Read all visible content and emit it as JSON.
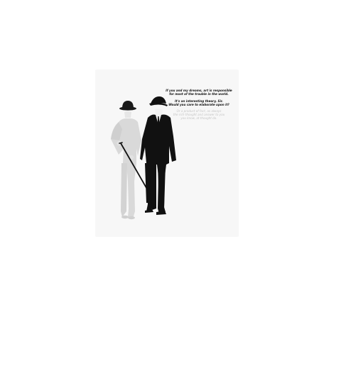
{
  "quote": {
    "line1": "If you and my dreams, art is responsible",
    "line2": "for most of the trouble in the world.",
    "line3": "It's an interesting theory, Sir.",
    "line4": "Would you care to elaborate upon it?",
    "line5": "Or a product of fact, as always",
    "line6": "the rich thought and answer to you",
    "line7": "you know, at thought do."
  },
  "colors": {
    "background": "#ffffff",
    "poster": "#f7f7f7",
    "dark_figure": "#111111",
    "light_figure": "#d9d9d9",
    "faint_text": "#c4c4c4"
  },
  "icons": [
    "dark-gentleman-figure",
    "light-gentleman-figure",
    "bowler-hat",
    "walking-cane",
    "umbrella"
  ]
}
